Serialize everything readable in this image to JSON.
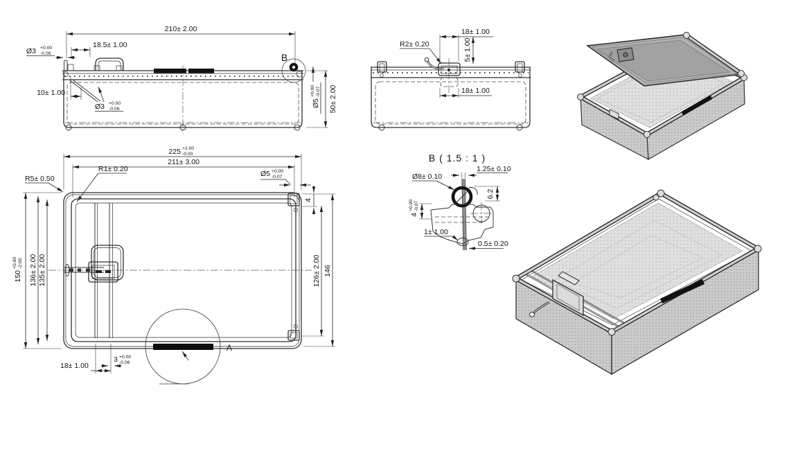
{
  "document": {
    "type": "technical-drawing",
    "subject": "wire mesh sterilization basket with hinged lid"
  },
  "colors": {
    "line": "#2f2f2f",
    "dim_text": "#111111",
    "lid_gray": "#a9a9a9",
    "mesh_light": "#dcdcdc",
    "mesh_side": "#c9c9c9",
    "engraving": "#111111"
  },
  "side": {
    "dim_overall": "210± 2.00",
    "dim_handle_pos": "18.5± 1.00",
    "pin_dia_val": "Ø3",
    "pin_dia_tp": "+0.00",
    "pin_dia_tm": "-0.06",
    "dim_10": "10± 1.00",
    "hole_dia_val": "Ø3",
    "hole_dia_tp": "+0.00",
    "hole_dia_tm": "-0.06",
    "detail_mark": "B",
    "rail_dia_val": "Ø5",
    "rail_dia_tp": "+0.00",
    "rail_dia_tm": "-0.07",
    "dim_height": "50± 2.00"
  },
  "end": {
    "dim_latch_top": "18± 1.00",
    "dim_radius": "R2± 0.20",
    "dim_latch_drop": "5± 1.00",
    "dim_keeper": "18± 1.00"
  },
  "plan": {
    "dim_width_val": "225",
    "dim_width_tp": "+2.00",
    "dim_width_tm": "-0.00",
    "dim_lid_width": "211± 3.00",
    "dim_r1": "R1± 0.20",
    "dim_r5": "R5± 0.50",
    "rail_dia_val": "Ø5",
    "rail_dia_tp": "+0.00",
    "rail_dia_tm": "-0.07",
    "dim_depth_val": "150",
    "dim_depth_tp": "+0.00",
    "dim_depth_tm": "-2.00",
    "dim_136": "136± 2.00",
    "dim_135": "135± 2.00",
    "dim_clip": "4",
    "dim_126": "126± 2.00",
    "dim_146": "146",
    "dim_wire_pos": "18± 1.00",
    "dim_wire_val": "3",
    "dim_wire_tp": "+0.00",
    "dim_wire_tm": "-0.06",
    "detail_mark": "A"
  },
  "detail_b": {
    "title": "B ( 1.5 : 1 )",
    "dim_wire_w": "1.25± 0.10",
    "dim_ring_dia": "Ø8± 0.10",
    "dim_62": "6.2",
    "dim_4_val": "4",
    "dim_4_tp": "+0.00",
    "dim_4_tm": "-0.07",
    "dim_1": "1± 1.00",
    "dim_05": "0.5± 0.20"
  }
}
